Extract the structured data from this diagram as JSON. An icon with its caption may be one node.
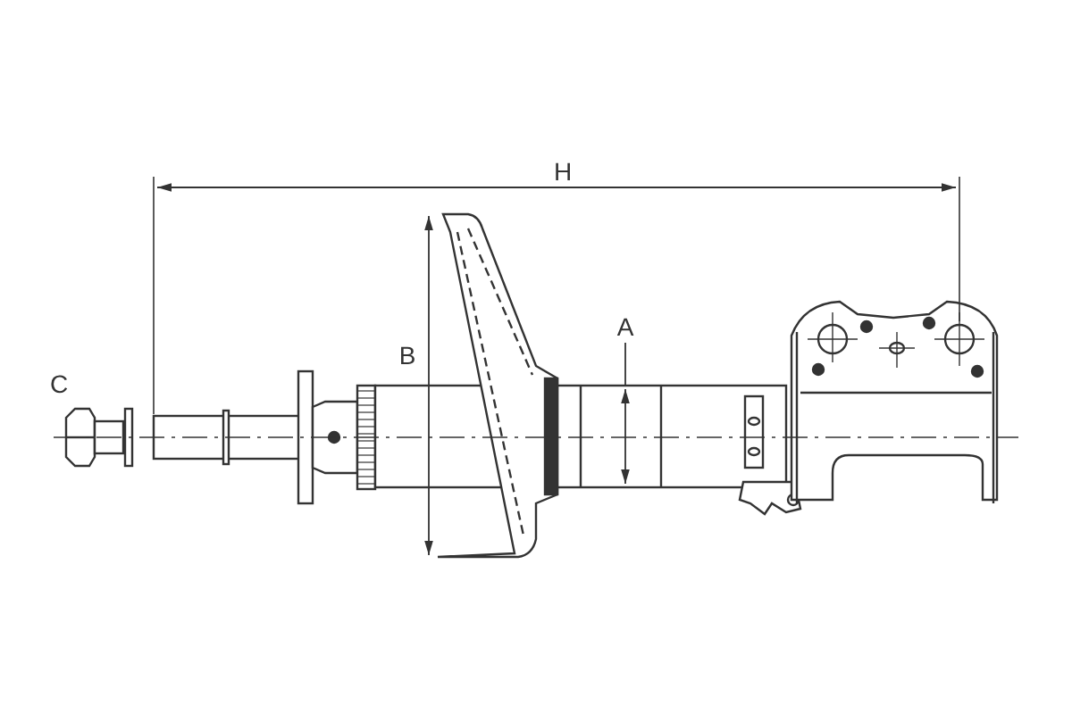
{
  "diagram": {
    "labels": [
      "H",
      "A",
      "B",
      "C"
    ]
  }
}
